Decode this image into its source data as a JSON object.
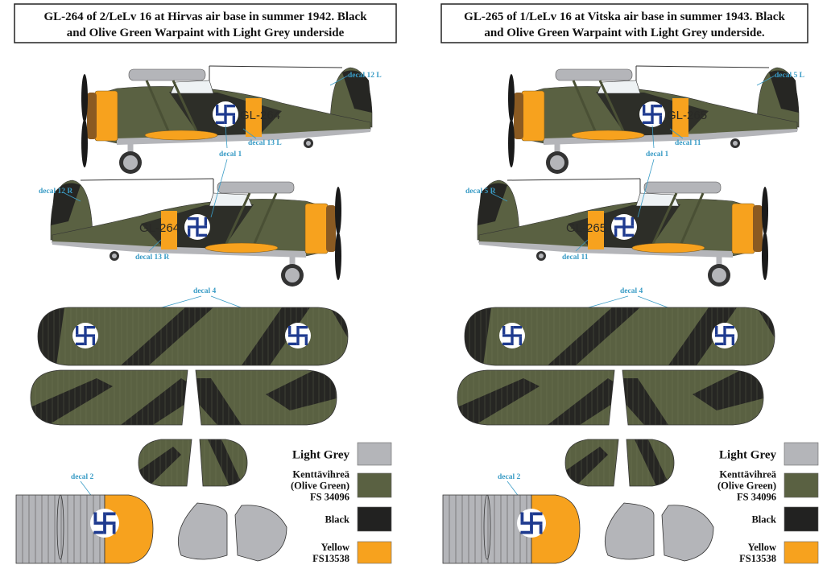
{
  "panels": [
    {
      "title_lines": [
        "GL-264 of 2/LeLv 16 at Hirvas air base in summer 1942. Black",
        "and Olive Green Warpaint with Light Grey underside"
      ],
      "code": "GL-264",
      "decals": {
        "top_tail": "decal 12 L",
        "top_band": "decal 13 L",
        "insignia": "decal 1",
        "bottom_tail": "decal 12 R",
        "bottom_band": "decal 13 R",
        "wing": "decal 4",
        "rudder": "decal 2"
      },
      "legend": [
        {
          "lines": [
            "Light Grey"
          ],
          "color": "#b4b5b9"
        },
        {
          "lines": [
            "Kenttävihreä",
            "(Olive Green)",
            "FS 34096"
          ],
          "color": "#5a6142"
        },
        {
          "lines": [
            "Black"
          ],
          "color": "#222221"
        },
        {
          "lines": [
            "Yellow",
            "FS13538"
          ],
          "color": "#f7a21e"
        }
      ]
    },
    {
      "title_lines": [
        "GL-265 of 1/LeLv 16 at Vitska air base in summer 1943. Black",
        "and Olive Green Warpaint with Light Grey underside."
      ],
      "code": "GL-265",
      "decals": {
        "top_tail": "decal 5 L",
        "top_band": "decal 11",
        "insignia": "decal 1",
        "bottom_tail": "decal 5 R",
        "bottom_band": "decal 11",
        "wing": "decal 4",
        "rudder": "decal 2"
      },
      "legend": [
        {
          "lines": [
            "Light Grey"
          ],
          "color": "#b4b5b9"
        },
        {
          "lines": [
            "Kenttävihreä",
            "(Olive Green)",
            "FS 34096"
          ],
          "color": "#5a6142"
        },
        {
          "lines": [
            "Black"
          ],
          "color": "#222221"
        },
        {
          "lines": [
            "Yellow",
            "FS13538"
          ],
          "color": "#f7a21e"
        }
      ]
    }
  ],
  "colors": {
    "olive": "#5a6142",
    "black": "#262623",
    "grey": "#b4b5b9",
    "yellow": "#f7a21e",
    "brown": "#8a5a22",
    "insignia_blue": "#1e3a8f",
    "decal_label": "#3a9cc6"
  }
}
